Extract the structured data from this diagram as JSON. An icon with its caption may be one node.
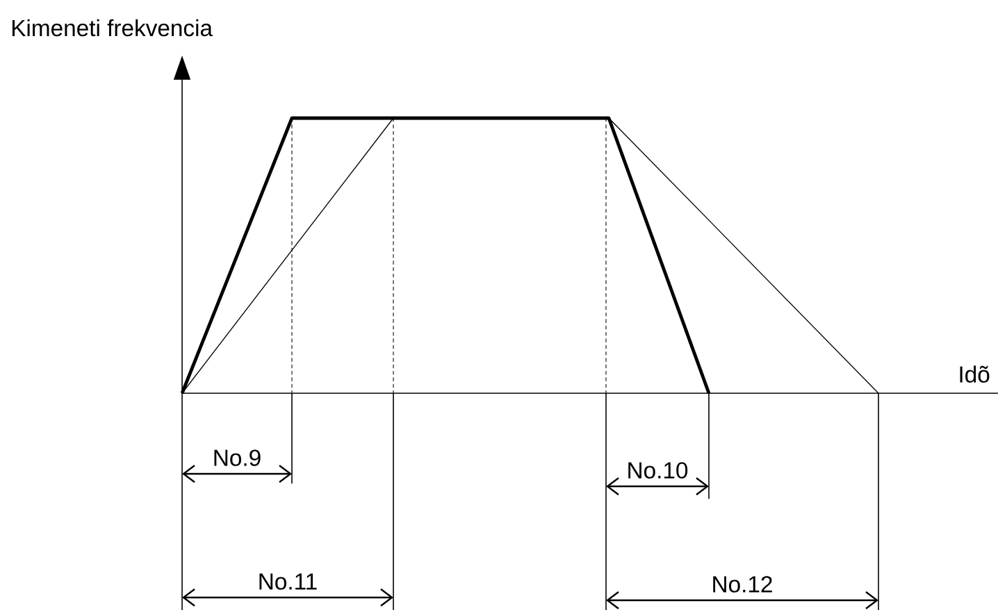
{
  "diagram": {
    "labels": [
      "Kimeneti frekvencia",
      "Idõ",
      "No.9",
      "No.10",
      "No.11",
      "No.12"
    ]
  }
}
